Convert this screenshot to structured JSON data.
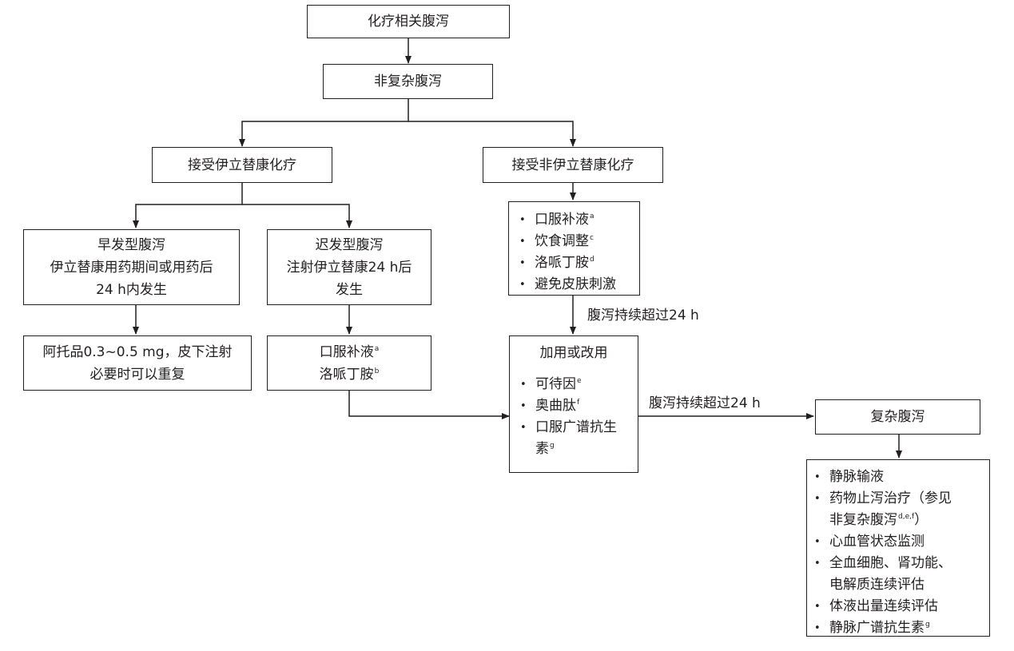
{
  "nodes": {
    "root": "化疗相关腹泻",
    "uncomplicated": "非复杂腹泻",
    "irinotecan": "接受伊立替康化疗",
    "non_irinotecan": "接受非伊立替康化疗",
    "early": {
      "line1": "早发型腹泻",
      "line2": "伊立替康用药期间或用药后",
      "line3": "24 h内发生"
    },
    "late": {
      "line1": "迟发型腹泻",
      "line2": "注射伊立替康24 h后",
      "line3": "发生"
    },
    "atropine": {
      "line1": "阿托品0.3~0.5 mg，皮下注射",
      "line2": "必要时可以重复"
    },
    "late_treatment": {
      "line1": {
        "text": "口服补液",
        "sup": "a"
      },
      "line2": {
        "text": "洛哌丁胺",
        "sup": "b"
      }
    },
    "non_irinotecan_measures": [
      {
        "text": "口服补液",
        "sup": "a"
      },
      {
        "text": "饮食调整",
        "sup": "c"
      },
      {
        "text": "洛哌丁胺",
        "sup": "d"
      },
      {
        "text": "避免皮肤刺激",
        "sup": ""
      }
    ],
    "escalation": {
      "title": "加用或改用",
      "items": [
        {
          "text": "可待因",
          "sup": "e"
        },
        {
          "text": "奥曲肽",
          "sup": "f"
        },
        {
          "text": "口服广谱抗生",
          "sup": ""
        }
      ],
      "item3_cont": {
        "text": "素",
        "sup": "g"
      }
    },
    "complicated": "复杂腹泻",
    "complicated_measures": {
      "m1": "静脉输液",
      "m2_line1": "药物止泻治疗（参见",
      "m2_line2": {
        "text": "非复杂腹泻",
        "sup": "d,e,f",
        "tail": "）"
      },
      "m3": "心血管状态监测",
      "m4_line1": "全血细胞、肾功能、",
      "m4_line2": "电解质连续评估",
      "m5": "体液出量连续评估",
      "m6": {
        "text": "静脉广谱抗生素",
        "sup": "g"
      }
    }
  },
  "edge_labels": {
    "persist_1": "腹泻持续超过24 h",
    "persist_2": "腹泻持续超过24 h"
  },
  "colors": {
    "line": "#231f20",
    "background": "#ffffff"
  }
}
